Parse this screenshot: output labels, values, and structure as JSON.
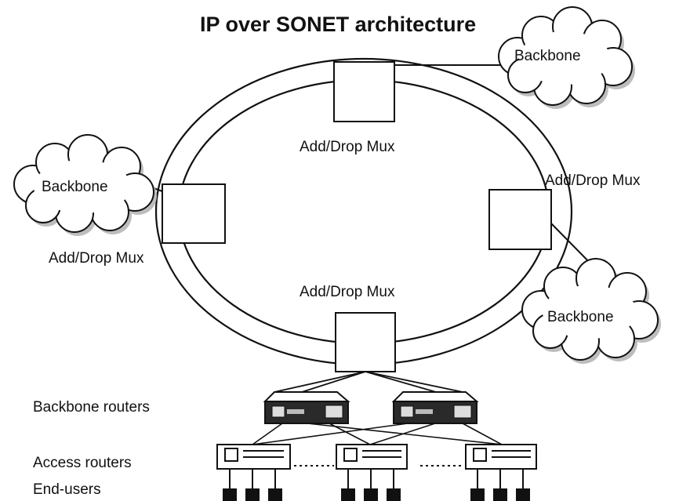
{
  "title": "IP over SONET architecture",
  "backbones": {
    "top_right": "Backbone",
    "left": "Backbone",
    "bottom_right": "Backbone"
  },
  "muxes": {
    "top": "Add/Drop Mux",
    "right": "Add/Drop Mux",
    "left": "Add/Drop Mux",
    "bottom": "Add/Drop Mux"
  },
  "legend": {
    "backbone_routers": "Backbone routers",
    "access_routers": "Access routers",
    "end_users": "End-users"
  },
  "colors": {
    "line": "#111111",
    "cloud_fill": "#ffffff",
    "cloud_shadow": "#bdbdbd",
    "router_fill": "#f4f4f4",
    "router_dark": "#222222"
  }
}
